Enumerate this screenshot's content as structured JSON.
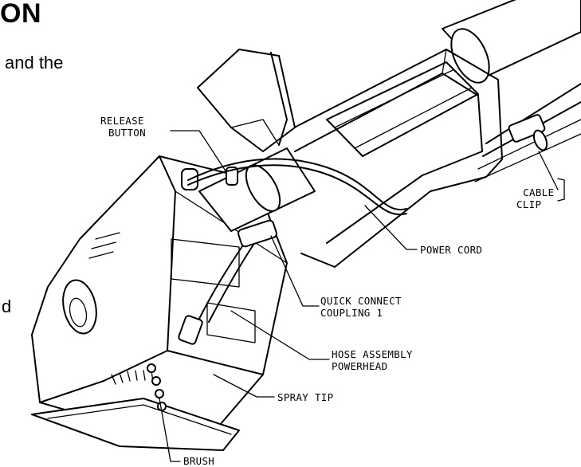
{
  "text": {
    "heading_fragment": "ON",
    "line_fragment_1": "and the",
    "line_fragment_2": "d"
  },
  "callouts": {
    "release_button": [
      "RELEASE",
      "BUTTON"
    ],
    "cable_clip": [
      "CABLE",
      "CLIP"
    ],
    "power_cord": "POWER CORD",
    "quick_connect": [
      "QUICK CONNECT",
      "COUPLING 1"
    ],
    "hose_assembly": [
      "HOSE ASSEMBLY",
      "POWERHEAD"
    ],
    "spray_tip": "SPRAY TIP",
    "brush": "BRUSH"
  }
}
